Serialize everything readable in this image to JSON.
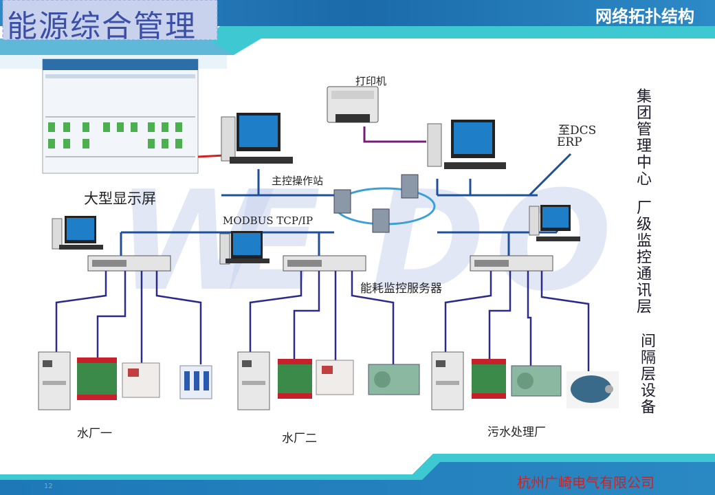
{
  "header": {
    "title": "能源综合管理",
    "subtitle": "网络拓扑结构"
  },
  "diagram": {
    "printer_label": "打印机",
    "dcs_label_1": "至DCS",
    "dcs_label_2": "ERP",
    "main_station_label": "主控操作站",
    "display_label": "大型显示屏",
    "protocol_label": "MODBUS TCP/IP",
    "server_label": "能耗监控服务器",
    "plant1_label": "水厂一",
    "plant2_label": "水厂二",
    "plant3_label": "污水处理厂",
    "layer_top": "集团管理中心",
    "layer_mid": "厂级监控通讯层",
    "layer_bottom": "间隔层设备"
  },
  "footer": {
    "company": "杭州广崎电气有限公司",
    "page_number": "12"
  },
  "colors": {
    "title": "#3b4ea8",
    "line_blue": "#1e4f9a",
    "line_navy": "#2a2a8a",
    "purple": "#7a1a7a",
    "red": "#d42020"
  }
}
